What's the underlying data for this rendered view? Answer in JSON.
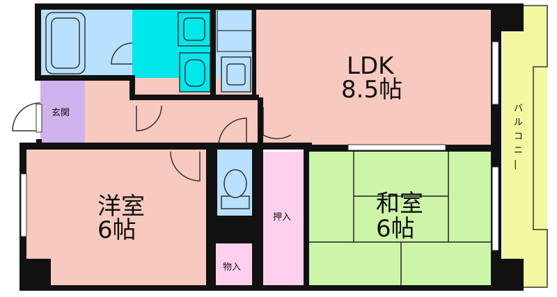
{
  "floorplan": {
    "rooms": {
      "ldk": {
        "name": "LDK",
        "size": "8.5帖",
        "color": "#f7c9bf"
      },
      "western": {
        "name": "洋室",
        "size": "6帖",
        "color": "#f7c9bf"
      },
      "japanese": {
        "name": "和室",
        "size": "6帖",
        "color": "#ccf5a8"
      },
      "entrance": {
        "name": "玄関",
        "color": "#d0b3ee"
      },
      "closet": {
        "name": "押入",
        "color": "#ffd0ee"
      },
      "storage": {
        "name": "物入",
        "color": "#ffd0ee"
      },
      "balcony": {
        "name": "バルコニー",
        "color": "#f3f7a0"
      },
      "bath": {
        "color": "#b8e0ff"
      },
      "washroom": {
        "color": "#00e8ec"
      },
      "kitchen": {
        "color": "#b8e0ff"
      },
      "toilet": {
        "color": "#b8e0ff"
      },
      "hallway": {
        "color": "#f7c9bf"
      }
    },
    "wall_color": "#111111"
  }
}
